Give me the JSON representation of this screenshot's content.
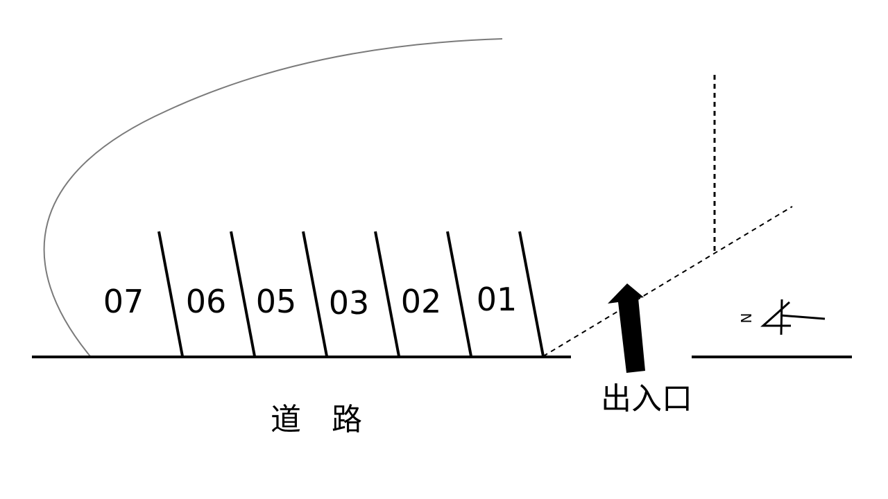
{
  "parking_lot": {
    "spaces": [
      "07",
      "06",
      "05",
      "03",
      "02",
      "01"
    ],
    "road_label": "道　路",
    "entrance_label": "出入口",
    "north_label": "N"
  }
}
